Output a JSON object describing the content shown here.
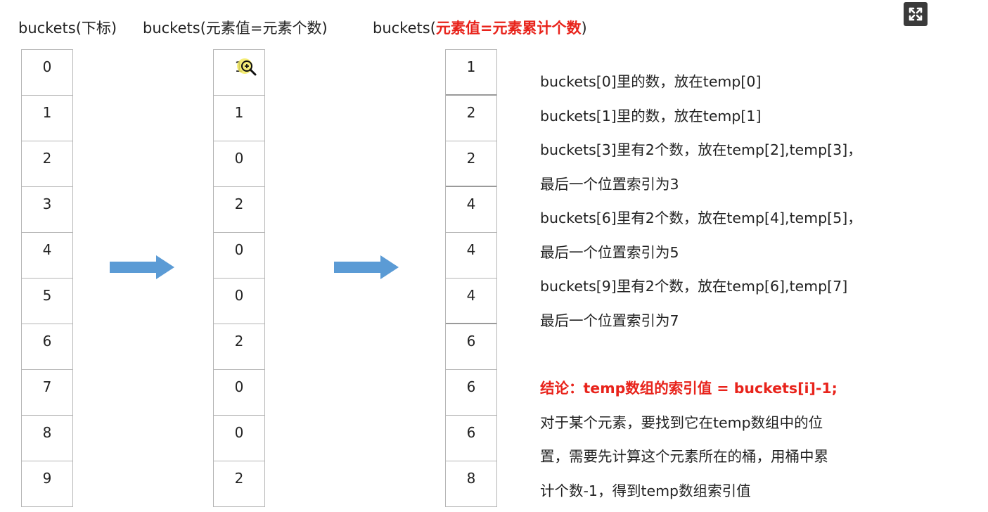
{
  "headers": {
    "col1": "buckets(下标)",
    "col2": "buckets(元素值=元素个数)",
    "col3_prefix": "buckets(",
    "col3_highlight": "元素值=元素累计个数",
    "col3_suffix": ")"
  },
  "columns": {
    "index": [
      "0",
      "1",
      "2",
      "3",
      "4",
      "5",
      "6",
      "7",
      "8",
      "9"
    ],
    "counts": [
      "1",
      "1",
      "0",
      "2",
      "0",
      "0",
      "2",
      "0",
      "0",
      "2"
    ],
    "cumulative": [
      "1",
      "2",
      "2",
      "4",
      "4",
      "4",
      "6",
      "6",
      "6",
      "8"
    ]
  },
  "notes": [
    "buckets[0]里的数，放在temp[0]",
    "buckets[1]里的数，放在temp[1]",
    "buckets[3]里有2个数，放在temp[2],temp[3]，",
    "最后一个位置索引为3",
    "buckets[6]里有2个数，放在temp[4],temp[5]，",
    "最后一个位置索引为5",
    "buckets[9]里有2个数，放在temp[6],temp[7]",
    "最后一个位置索引为7"
  ],
  "conclusion": "结论：temp数组的索引值 = buckets[i]-1;",
  "explanation": [
    "对于某个元素，要找到它在temp数组中的位",
    "置，需要先计算这个元素所在的桶，用桶中累",
    "计个数-1，得到temp数组索引值"
  ],
  "icons": {
    "expand": "expand-icon",
    "zoom": "zoom-in-icon",
    "arrow": "right-arrow-icon"
  },
  "colors": {
    "highlight": "#e8231b",
    "arrow": "#5b9bd5",
    "expand_bg": "#3b3b3b"
  }
}
